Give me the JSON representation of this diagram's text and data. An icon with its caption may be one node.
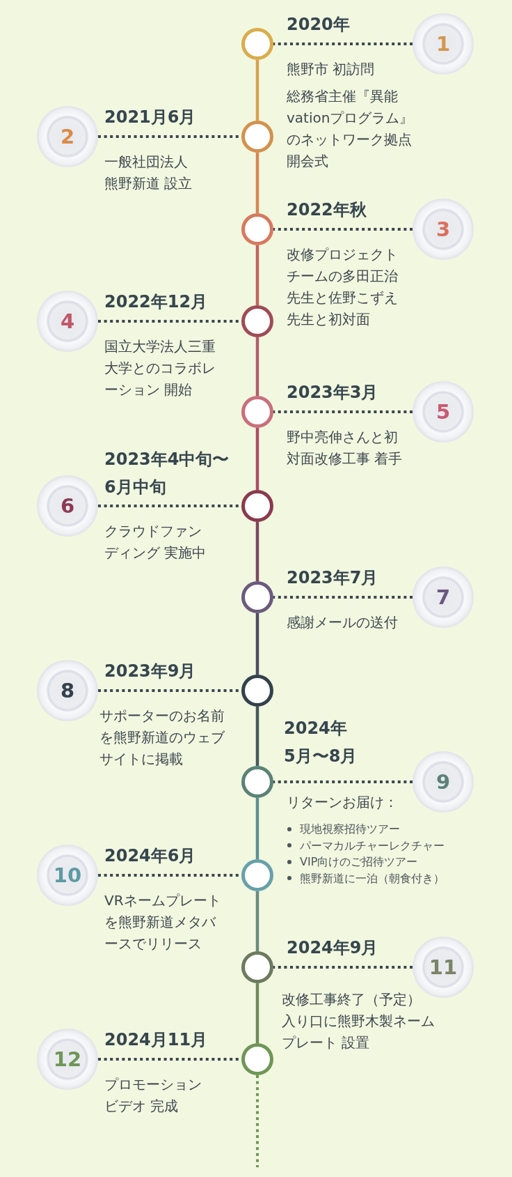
{
  "diagram": {
    "nodes": [
      {
        "text": [
          "1"
        ]
      },
      {
        "text": [],
        "shape": "circle",
        "beside": [
          "2020年",
          "熊野市 初訪問",
          "総務省主催『異能vationプログラム』のネットワーク拠点開会式"
        ]
      },
      {
        "text": [
          "2"
        ],
        "beside": [
          "2021月6月",
          "一般社団法人熊野新道 設立"
        ]
      },
      {
        "text": [],
        "shape": "circle"
      },
      {
        "text": [
          "3"
        ]
      },
      {
        "text": [],
        "shape": "circle",
        "beside": [
          "2022年秋",
          "改修プロジェクトチームの多田正治先生と佐野こずえ先生と初対面"
        ]
      },
      {
        "text": [
          "4"
        ],
        "beside": [
          "2022年12月",
          "国立大学法人三重大学とのコラボレーション 開始"
        ]
      },
      {
        "text": [],
        "shape": "circle"
      },
      {
        "text": [
          "5"
        ]
      },
      {
        "text": [],
        "shape": "circle",
        "beside": [
          "2023年3月",
          "野中亮伸さんと初対面改修工事 着手"
        ]
      },
      {
        "text": [
          "6"
        ],
        "beside": [
          "2023年4中旬〜6月中旬",
          "クラウドファンディング 実施中"
        ]
      },
      {
        "text": [],
        "shape": "circle"
      },
      {
        "text": [
          "7"
        ]
      },
      {
        "text": [],
        "shape": "circle",
        "beside": [
          "2023年7月",
          "感謝メールの送付"
        ]
      },
      {
        "text": [
          "8"
        ],
        "beside": [
          "2023年9月",
          "サポーターのお名前を熊野新道のウェブサイトに掲載"
        ]
      },
      {
        "text": [],
        "shape": "circle"
      },
      {
        "text": [
          "9"
        ]
      },
      {
        "text": [],
        "shape": "circle",
        "beside": [
          "2024年5月〜8月",
          "リターンお届け：",
          "現地視察招待ツアー",
          "パーマカルチャーレクチャー",
          "VIP向けのご招待ツアー",
          "熊野新道に一泊（朝食付き）"
        ]
      },
      {
        "text": [
          "10"
        ],
        "beside": [
          "2024年6月",
          "VRネームプレートを熊野新道メタバースでリリース"
        ]
      },
      {
        "text": [],
        "shape": "circle"
      },
      {
        "text": [
          "11"
        ]
      },
      {
        "text": [],
        "shape": "circle",
        "beside": [
          "2024年9月",
          "改修工事終了（予定）",
          "入り口に熊野木製ネームプレート 設置"
        ]
      },
      {
        "text": [
          "12"
        ],
        "beside": [
          "2024月11月",
          "プロモーションビデオ 完成"
        ]
      },
      {
        "text": [],
        "shape": "circle"
      }
    ],
    "edges": [
      {
        "from": 0,
        "to": 1,
        "arrow": "none",
        "style": "dashed"
      },
      {
        "from": 2,
        "to": 3,
        "arrow": "none",
        "style": "dashed"
      },
      {
        "from": 4,
        "to": 5,
        "arrow": "none",
        "style": "dashed"
      },
      {
        "from": 6,
        "to": 7,
        "arrow": "none",
        "style": "dashed"
      },
      {
        "from": 8,
        "to": 9,
        "arrow": "none",
        "style": "dashed"
      },
      {
        "from": 10,
        "to": 11,
        "arrow": "none",
        "style": "dashed"
      },
      {
        "from": 12,
        "to": 13,
        "arrow": "none",
        "style": "dashed"
      },
      {
        "from": 14,
        "to": 15,
        "arrow": "none",
        "style": "dashed"
      },
      {
        "from": 16,
        "to": 17,
        "arrow": "none",
        "style": "dashed"
      },
      {
        "from": 18,
        "to": 19,
        "arrow": "none",
        "style": "dashed"
      },
      {
        "from": 20,
        "to": 21,
        "arrow": "none",
        "style": "dashed"
      },
      {
        "from": 22,
        "to": 23,
        "arrow": "none",
        "style": "dashed"
      },
      {
        "from": 1,
        "to": 3,
        "arrow": "none",
        "color": "#d6a150"
      },
      {
        "from": 3,
        "to": 5,
        "arrow": "none",
        "color": "#d58857"
      },
      {
        "from": 5,
        "to": 7,
        "arrow": "none",
        "color": "#bf6660"
      },
      {
        "from": 7,
        "to": 9,
        "arrow": "none",
        "color": "#b05f6b"
      },
      {
        "from": 9,
        "to": 11,
        "arrow": "none",
        "color": "#a94f64"
      },
      {
        "from": 11,
        "to": 13,
        "arrow": "none",
        "color": "#7b4a62"
      },
      {
        "from": 13,
        "to": 15,
        "arrow": "none",
        "color": "#4f4c60"
      },
      {
        "from": 15,
        "to": 17,
        "arrow": "none",
        "color": "#445a5a"
      },
      {
        "from": 17,
        "to": 19,
        "arrow": "none",
        "color": "#5f9090"
      },
      {
        "from": 19,
        "to": 21,
        "arrow": "none",
        "color": "#6a8b80"
      },
      {
        "from": 21,
        "to": 23,
        "arrow": "none",
        "color": "#6f8a5c"
      },
      {
        "from": 23,
        "to": null,
        "arrow": "none",
        "style": "dashed",
        "color": "#6f9656"
      }
    ]
  }
}
